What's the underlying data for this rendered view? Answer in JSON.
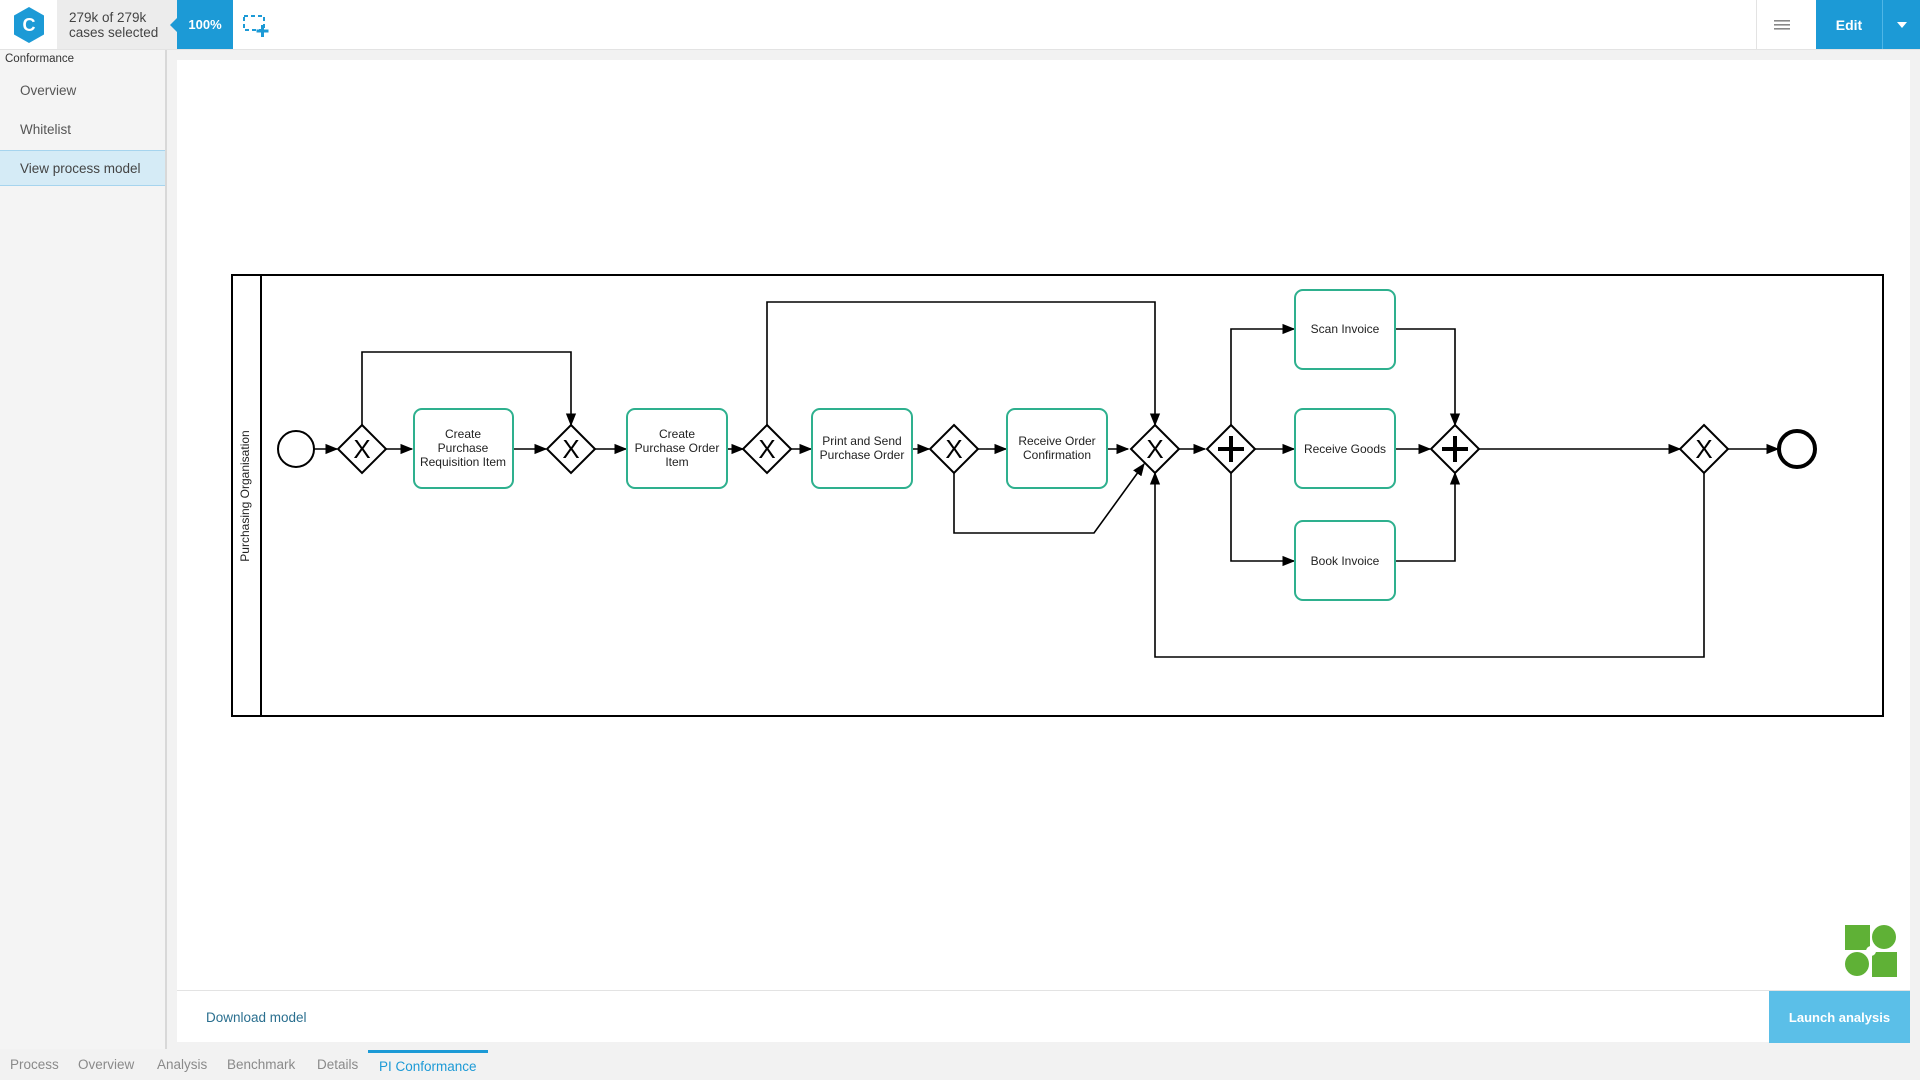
{
  "header": {
    "logo_letter": "C",
    "cases_line1": "279k of 279k",
    "cases_line2": "cases selected",
    "percent": "100%",
    "edit_label": "Edit"
  },
  "sidebar": {
    "heading": "Conformance",
    "items": [
      {
        "label": "Overview"
      },
      {
        "label": "Whitelist"
      },
      {
        "label": "View process model"
      }
    ]
  },
  "diagram": {
    "lane_label": "Purchasing Organisation",
    "tasks": {
      "create_req": [
        "Create",
        "Purchase",
        "Requisition Item"
      ],
      "create_po": [
        "Create",
        "Purchase Order",
        "Item"
      ],
      "print_send": [
        "Print and Send",
        "Purchase Order"
      ],
      "receive_conf": [
        "Receive Order",
        "Confirmation"
      ],
      "scan_invoice": [
        "Scan Invoice"
      ],
      "receive_goods": [
        "Receive Goods"
      ],
      "book_invoice": [
        "Book Invoice"
      ]
    },
    "gateway_exclusive_symbol": "X"
  },
  "footer": {
    "download_label": "Download model",
    "launch_label": "Launch analysis"
  },
  "tabs": [
    {
      "label": "Process"
    },
    {
      "label": "Overview"
    },
    {
      "label": "Analysis"
    },
    {
      "label": "Benchmark"
    },
    {
      "label": "Details"
    },
    {
      "label": "PI Conformance"
    }
  ],
  "colors": {
    "accent": "#1c9ad6",
    "task_border": "#2eb08e",
    "puzzle": "#5fb136"
  }
}
